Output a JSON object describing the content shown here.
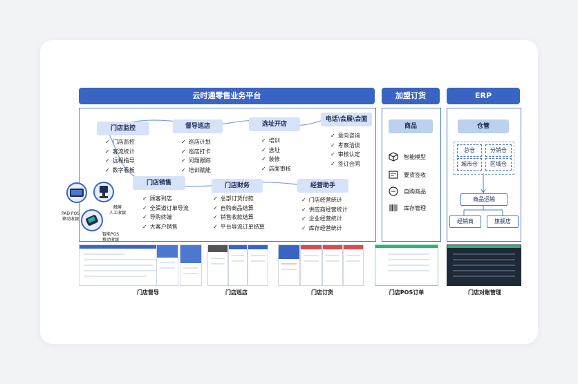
{
  "headers": {
    "platform": "云时通零售业务平台",
    "franchise": "加盟订货",
    "erp": "ERP"
  },
  "nodes": {
    "store_monitor": "门店监控",
    "supervise_patrol": "督导巡店",
    "site_open": "选址开店",
    "phone_expo": "电话\\会展\\会面",
    "store_sales": "门店销售",
    "store_finance": "门店财务",
    "biz_assistant": "经营助手"
  },
  "lists": {
    "store_monitor": [
      "门店监控",
      "客流统计",
      "远程指导",
      "数字看板"
    ],
    "supervise_patrol": [
      "巡店计划",
      "巡店打卡",
      "问题跟踪",
      "培训赋能"
    ],
    "site_open": [
      "培训",
      "选址",
      "装修",
      "店面审核"
    ],
    "phone_expo": [
      "意向咨询",
      "考察洽谈",
      "审核认定",
      "签订合同"
    ],
    "store_sales": [
      "顾客到店",
      "全渠道订单导流",
      "导购终端",
      "大客户销售"
    ],
    "store_finance": [
      "总部订货付款",
      "自购商品结算",
      "销售收款结算",
      "平台导流订单结算"
    ],
    "biz_assistant": [
      "门店经营统计",
      "供应商经营统计",
      "企业经营统计",
      "库存经营统计"
    ]
  },
  "franchise": {
    "title": "商品",
    "modules": [
      {
        "label": "智能模型",
        "icon": "cube-icon"
      },
      {
        "label": "要货签收",
        "icon": "receipt-icon"
      },
      {
        "label": "自购商品",
        "icon": "buy-icon"
      },
      {
        "label": "库存管理",
        "icon": "barcode-icon"
      }
    ]
  },
  "erp": {
    "title": "仓管",
    "warehouses": [
      "总仓",
      "分销仓",
      "城市仓",
      "区域仓"
    ],
    "transport": "商品运输",
    "outlets": [
      "经销商",
      "旗舰店"
    ]
  },
  "devices": {
    "pad": "PAD POS\n移动收银",
    "touch": "触屏\n人工收银",
    "smart": "智能POS\n移动收银"
  },
  "captions": {
    "supervise": "门店督导",
    "patrol": "门店巡店",
    "order": "门店订货",
    "pos_order": "门店POS订单",
    "reconcile": "门店对账管理"
  },
  "colors": {
    "primary": "#3a64c4",
    "pill": "#d6e2f7"
  }
}
